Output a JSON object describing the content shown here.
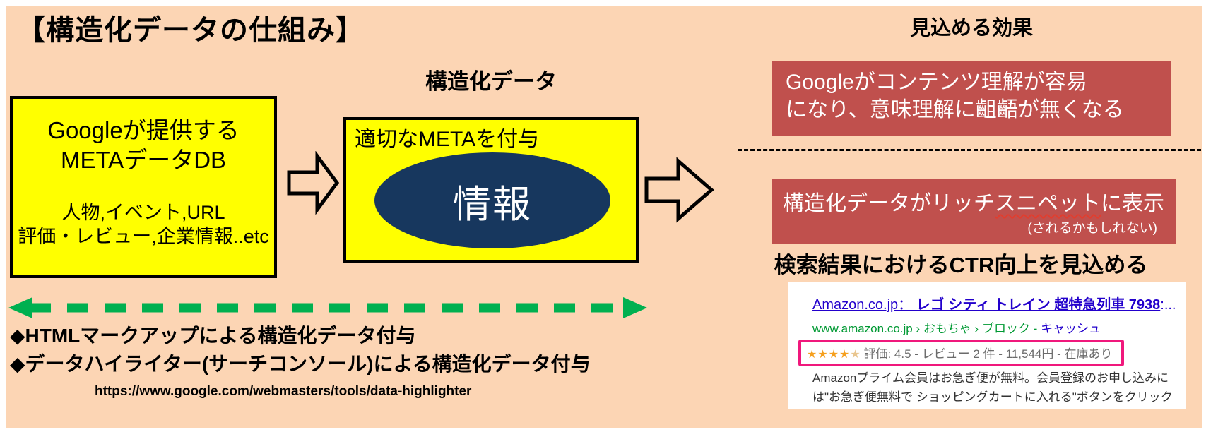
{
  "title": "【構造化データの仕組み】",
  "left_box": {
    "line1": "Googleが提供する",
    "line2": "METAデータDB",
    "line3": "人物,イベント,URL",
    "line4": "評価・レビュー,企業情報..etc"
  },
  "middle": {
    "label": "構造化データ",
    "box_title": "適切なMETAを付与",
    "ellipse_text": "情報"
  },
  "effects": {
    "heading": "見込める効果",
    "box1_line1": "Googleがコンテンツ理解が容易",
    "box1_line2": "になり、意味理解に齟齬が無くなる",
    "box2_line1_pre": "構造化データがリッチ",
    "box2_line1_wavy": "スニペット",
    "box2_line1_post": "に表示",
    "box2_line2": "(されるかもしれない)",
    "ctr_heading": "検索結果におけるCTR向上を見込める"
  },
  "search_result": {
    "title_prefix": "Amazon.co.jp： ",
    "title_bold": "レゴ シティ トレイン 超特急列車 7938",
    "title_suffix": ":...",
    "url_breadcrumb": "www.amazon.co.jp › おもちゃ › ブロック",
    "url_separator": " - ",
    "url_cache": "キャッシュ",
    "stars_full": "★★★★",
    "star_half": "★",
    "rating_text": "評価: 4.5 - レビュー 2 件 - 11,544円 - 在庫あり",
    "desc_line1": "Amazonプライム会員はお急ぎ便が無料。会員登録のお申し込みに",
    "desc_line2": "は\"お急ぎ便無料で ショッピングカートに入れる\"ボタンをクリック"
  },
  "methods": {
    "bullet1": "◆HTMLマークアップによる構造化データ付与",
    "bullet2": "◆データハイライター(サーチコンソール)による構造化データ付与",
    "url": "https://www.google.com/webmasters/tools/data-highlighter"
  },
  "colors": {
    "background": "#fcd5b4",
    "box_yellow": "#ffff00",
    "ellipse_navy": "#17375e",
    "effect_red": "#c0504d",
    "arrow_green": "#00b050",
    "highlight_pink": "#f0187c",
    "link_blue": "#2200cc",
    "url_green": "#009933",
    "star_orange": "#f5a01e"
  }
}
